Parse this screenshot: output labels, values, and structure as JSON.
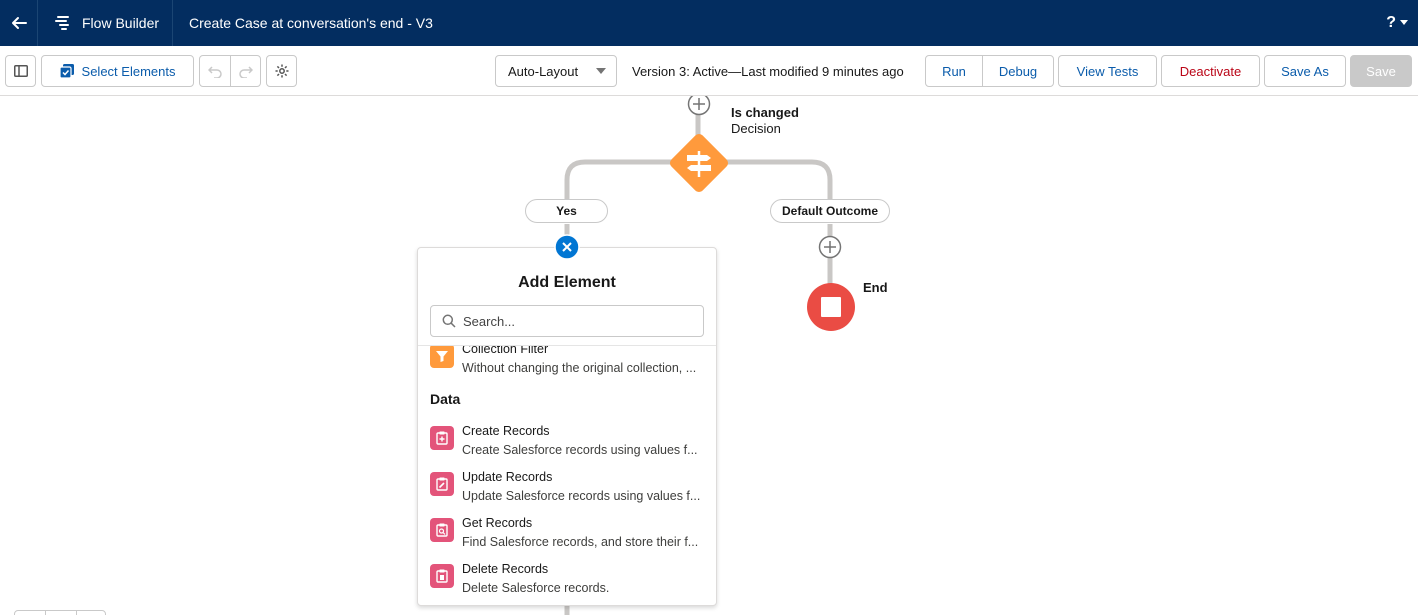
{
  "header": {
    "app_name": "Flow Builder",
    "flow_title": "Create Case at conversation's end - V3",
    "help_label": "?"
  },
  "toolbar": {
    "select_elements_label": "Select Elements",
    "layout_mode": "Auto-Layout",
    "version_status": "Version 3: Active—Last modified 9 minutes ago",
    "run_label": "Run",
    "debug_label": "Debug",
    "view_tests_label": "View Tests",
    "deactivate_label": "Deactivate",
    "save_as_label": "Save As",
    "save_label": "Save"
  },
  "canvas": {
    "decision": {
      "title": "Is changed",
      "subtitle": "Decision"
    },
    "branches": {
      "yes": "Yes",
      "default": "Default Outcome"
    },
    "end_label": "End"
  },
  "add_element": {
    "title": "Add Element",
    "search_placeholder": "Search...",
    "partial_item": {
      "name": "Collection Filter",
      "desc": "Without changing the original collection, ..."
    },
    "section_data": "Data",
    "items": [
      {
        "name": "Create Records",
        "desc": "Create Salesforce records using values f..."
      },
      {
        "name": "Update Records",
        "desc": "Update Salesforce records using values f..."
      },
      {
        "name": "Get Records",
        "desc": "Find Salesforce records, and store their f..."
      },
      {
        "name": "Delete Records",
        "desc": "Delete Salesforce records."
      }
    ]
  },
  "colors": {
    "header_bg": "#032d60",
    "decision": "#ff9a3c",
    "end": "#ea4c44",
    "data_icon": "#e3547a",
    "filter_icon": "#ff9a3c",
    "close_button": "#0176d3",
    "connector": "#c9c7c5"
  }
}
